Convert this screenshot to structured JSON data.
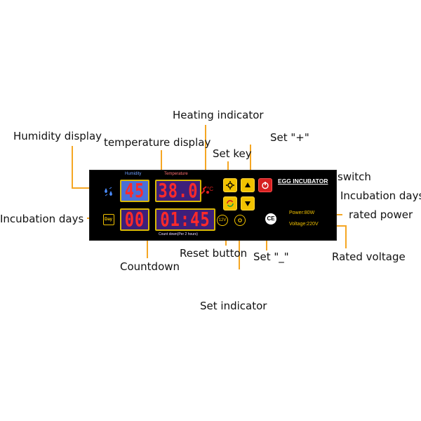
{
  "callouts": {
    "heating_indicator": "Heating indicator",
    "humidity_display": "Humidity display",
    "temperature_display": "temperature display",
    "set_plus": "Set \"+\"",
    "set_key": "Set key",
    "switch": "switch",
    "incubation_days_right": "Incubation days",
    "incubation_days_left": "Incubation days",
    "rated_power": "rated power",
    "reset_button": "Reset button",
    "set_minus": "Set \"_\"",
    "rated_voltage": "Rated voltage",
    "countdown": "Countdown",
    "set_indicator": "Set indicator"
  },
  "panel": {
    "humidity_label": "Humidity",
    "temperature_label": "Temperature",
    "humidity_value": "45",
    "temperature_value": "38.0",
    "days_value": "00",
    "countdown_value": "01:45",
    "countdown_caption": "Count down(Per 2 hours)",
    "day_icon_text": "Day",
    "brand": "EGG INCUBATOR",
    "power": "Power:80W",
    "voltage": "Voltage:220V",
    "ce_mark": "CE",
    "celsius": "°C",
    "set_indicator_text": "12V"
  },
  "colors": {
    "panel_bg": "#000000",
    "display_bg": "#3d1f7a",
    "humidity_bg": "#4a6fd8",
    "digit_red": "#ff2a2a",
    "accent_yellow": "#f2c200",
    "leader_orange": "#f5a623"
  }
}
